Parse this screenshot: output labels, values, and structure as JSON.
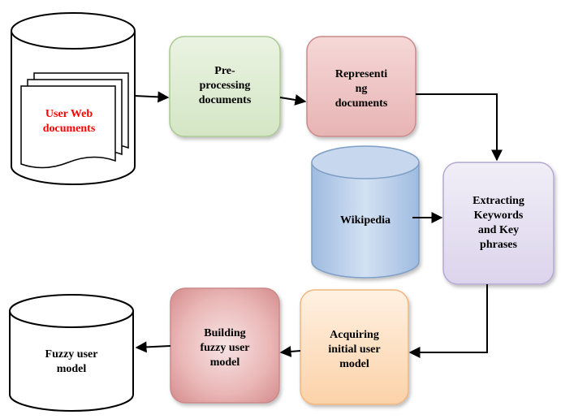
{
  "diagram": {
    "user_docs": {
      "label": "User Web\ndocuments"
    },
    "preprocessing": {
      "label": "Pre-\nprocessing\ndocuments"
    },
    "representing": {
      "label": "Representi\nng\ndocuments"
    },
    "wikipedia": {
      "label": "Wikipedia"
    },
    "extracting": {
      "label": "Extracting\nKeywords\nand Key\nphrases"
    },
    "acquiring": {
      "label": "Acquiring\ninitial user\nmodel"
    },
    "building": {
      "label": "Building\nfuzzy user\nmodel"
    },
    "fuzzy_model": {
      "label": "Fuzzy user\nmodel"
    }
  },
  "colors": {
    "user_doc_text": "#ff0000",
    "green_box": "#d9ead0",
    "green_border": "#b5cf9c",
    "red_box": "#eec0c0",
    "red_border": "#c98a8a",
    "purple_box": "#e5e0f0",
    "purple_border": "#b5a8d2",
    "orange_box": "#fde2c6",
    "orange_border": "#f2b57d",
    "blue_cylinder": "#b9cde6",
    "blue_border": "#7f9fc6"
  }
}
